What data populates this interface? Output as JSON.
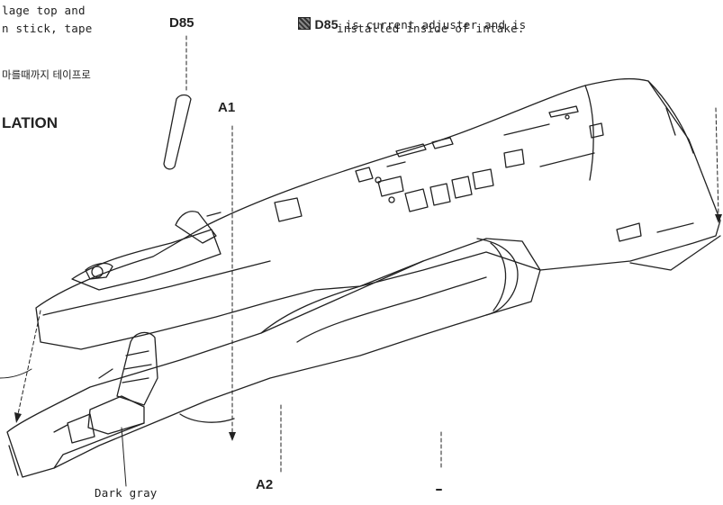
{
  "note_top_left": {
    "line1": "lage top and",
    "line2": "n stick, tape",
    "korean": "마를때까지 테이프로"
  },
  "section_title": "LATION",
  "callouts": {
    "d85_top": "D85",
    "a1": "A1",
    "a2": "A2"
  },
  "adjuster_note": {
    "part": "D85",
    "line1_rest": " is current adjuster and is",
    "line2": "installed inside of intake."
  },
  "color_label": "Dark gray",
  "colors": {
    "ink": "#222222",
    "paper": "#ffffff",
    "gray_mark": "#555555"
  }
}
